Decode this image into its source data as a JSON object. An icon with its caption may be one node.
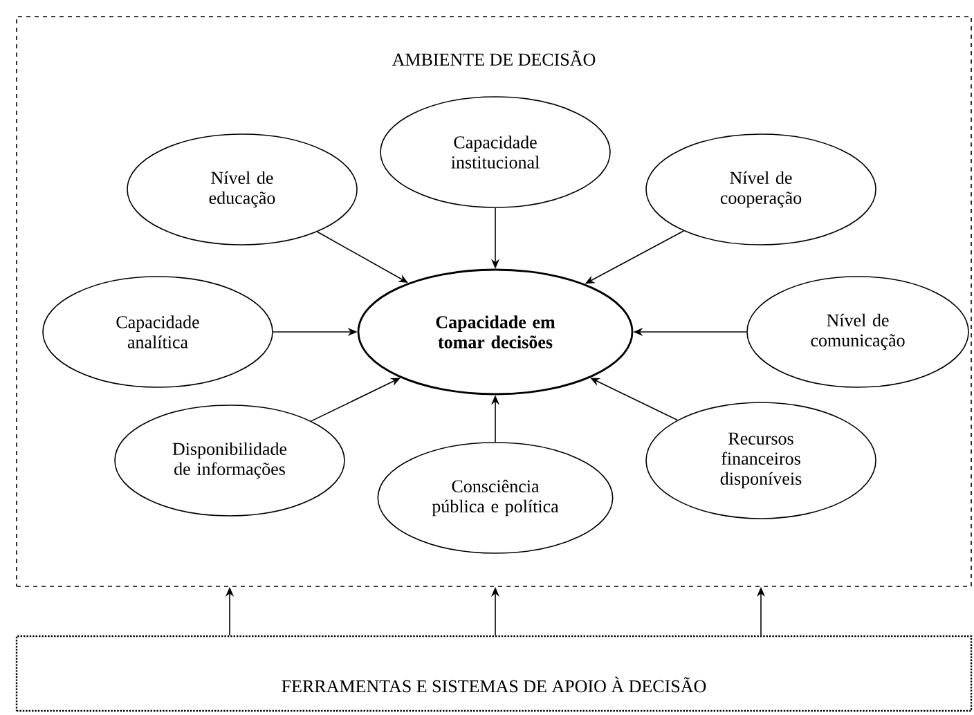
{
  "diagram": {
    "nodes": [
      {
        "text": [
          "AMBIENTE DE DECISÃO"
        ]
      },
      {
        "text": [
          "Capacidade institucional"
        ],
        "in": 0
      },
      {
        "text": [
          "Nível de educação"
        ],
        "in": 0
      },
      {
        "text": [
          "Nível de cooperação"
        ],
        "in": 0
      },
      {
        "text": [
          "Capacidade analítica"
        ],
        "in": 0
      },
      {
        "text": [
          "Capacidade em tomar decisões"
        ],
        "in": 0
      },
      {
        "text": [
          "Nível de comunicação"
        ],
        "in": 0
      },
      {
        "text": [
          "Disponibilidade de informações"
        ],
        "in": 0
      },
      {
        "text": [
          "Recursos financeiros disponíveis"
        ],
        "in": 0
      },
      {
        "text": [
          "Consciência pública e política"
        ],
        "in": 0
      },
      {
        "text": [
          "FERRAMENTAS E SISTEMAS DE APOIO À DECISÃO"
        ]
      }
    ],
    "edges": [
      {
        "from": 1,
        "to": 5,
        "arrow": "to"
      },
      {
        "from": 2,
        "to": 5,
        "arrow": "to"
      },
      {
        "from": 3,
        "to": 5,
        "arrow": "to"
      },
      {
        "from": 4,
        "to": 5,
        "arrow": "to"
      },
      {
        "from": 6,
        "to": 5,
        "arrow": "to"
      },
      {
        "from": 7,
        "to": 5,
        "arrow": "to"
      },
      {
        "from": 8,
        "to": 5,
        "arrow": "to"
      },
      {
        "from": 9,
        "to": 5,
        "arrow": "to"
      },
      {
        "from": 10,
        "to": 0,
        "arrow": "to"
      },
      {
        "from": 10,
        "to": 0,
        "arrow": "to"
      },
      {
        "from": 10,
        "to": 0,
        "arrow": "to"
      }
    ]
  }
}
